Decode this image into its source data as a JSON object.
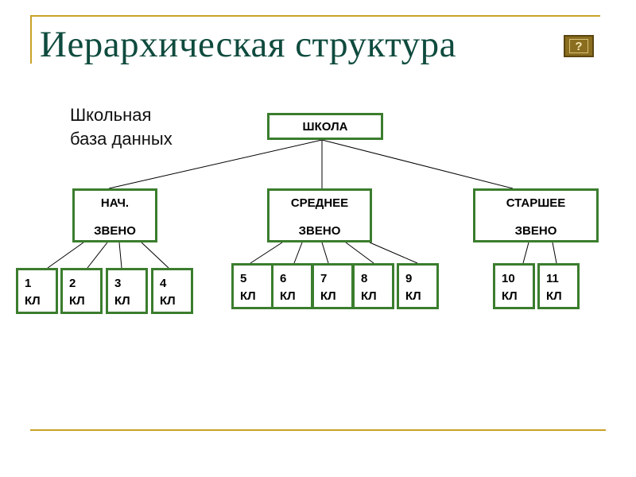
{
  "title": "Иерархическая структура",
  "help_icon": "question-mark-icon",
  "caption": {
    "line1": "Школьная",
    "line2": "база данных"
  },
  "colors": {
    "accent": "#c9a227",
    "title": "#0f4b3e",
    "box_border": "#3b7d2e"
  },
  "tree": {
    "root": "ШКОЛА",
    "levels": [
      {
        "line1": "НАЧ.",
        "line2": "ЗВЕНО",
        "classes": [
          {
            "num": "1",
            "abbr": "КЛ"
          },
          {
            "num": "2",
            "abbr": "КЛ"
          },
          {
            "num": "3",
            "abbr": "КЛ"
          },
          {
            "num": "4",
            "abbr": "КЛ"
          }
        ]
      },
      {
        "line1": "СРЕДНЕЕ",
        "line2": "ЗВЕНО",
        "classes": [
          {
            "num": "5",
            "abbr": "КЛ"
          },
          {
            "num": "6",
            "abbr": "КЛ"
          },
          {
            "num": "7",
            "abbr": "КЛ"
          },
          {
            "num": "8",
            "abbr": "КЛ"
          },
          {
            "num": "9",
            "abbr": "КЛ"
          }
        ]
      },
      {
        "line1": "СТАРШЕЕ",
        "line2": "ЗВЕНО",
        "classes": [
          {
            "num": "10",
            "abbr": "КЛ"
          },
          {
            "num": "11",
            "abbr": "КЛ"
          }
        ]
      }
    ]
  }
}
